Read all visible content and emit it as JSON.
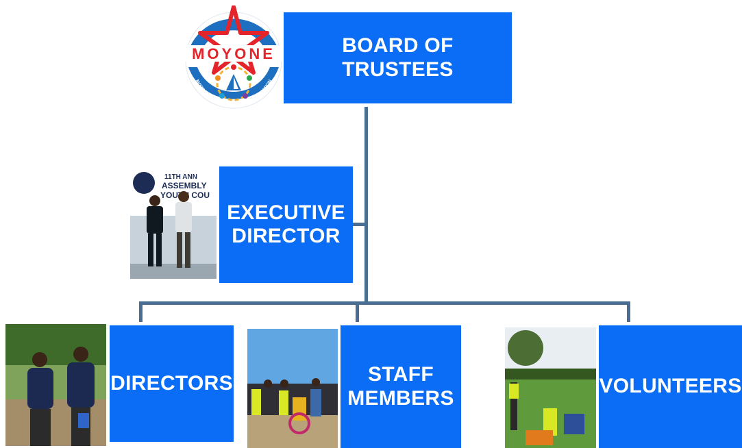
{
  "logo": {
    "name": "MOYONE",
    "tagline": "MOBILE YOUTH NETWORK ORGANIZATION"
  },
  "nodes": {
    "board": "BOARD OF TRUSTEES",
    "executive_line1": "EXECUTIVE",
    "executive_line2": "DIRECTOR",
    "directors": "DIRECTORS",
    "staff_line1": "STAFF",
    "staff_line2": "MEMBERS",
    "volunteers": "VOLUNTEERS"
  },
  "executive_photo": {
    "banner_line1": "11TH ANN",
    "banner_line2": "ASSEMBLY",
    "banner_line3": "YOUTH COU"
  },
  "colors": {
    "box": "#0b6cf5",
    "connector": "#4a6d92",
    "logo_blue": "#1f6fc0",
    "logo_red": "#e3242b"
  }
}
